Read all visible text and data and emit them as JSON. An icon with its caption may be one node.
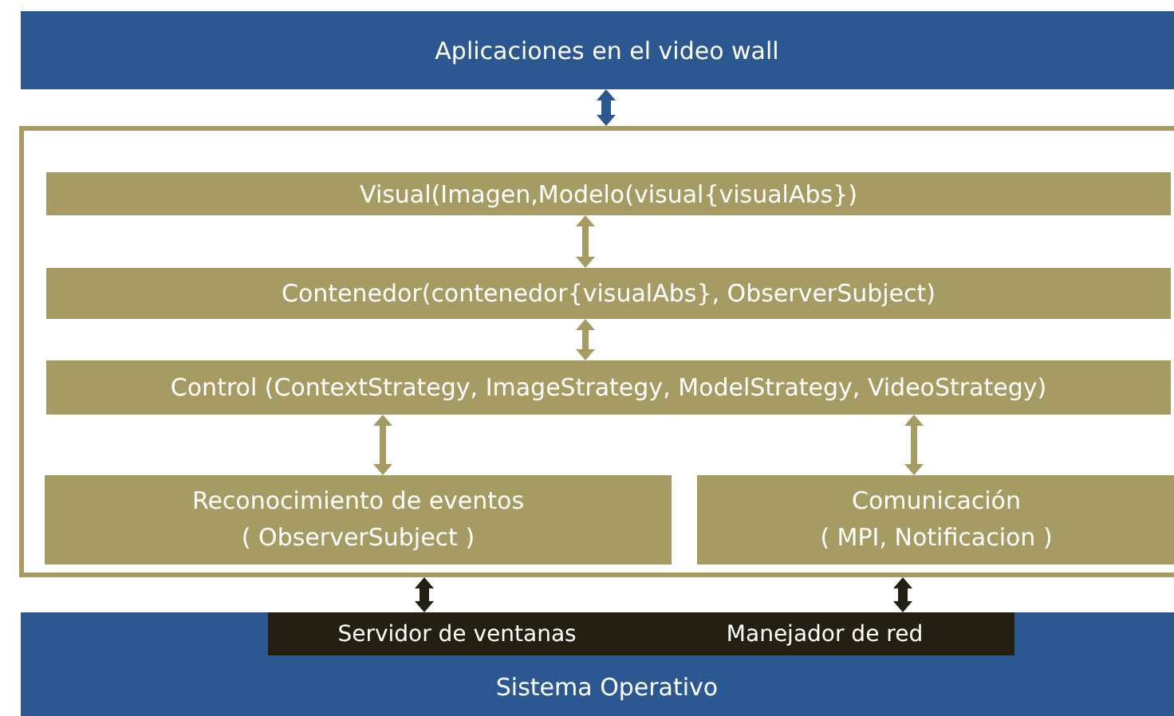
{
  "diagram": {
    "nodes": [
      {
        "text": [
          "Aplicaciones en el video wall"
        ]
      },
      {
        "text": [],
        "shape": "box"
      },
      {
        "text": [
          "Visual(Imagen,Modelo(visual{visualAbs})"
        ],
        "in": 1
      },
      {
        "text": [
          "Contenedor(contenedor{visualAbs}, ObserverSubject)"
        ],
        "in": 1
      },
      {
        "text": [
          "Control (ContextStrategy, ImageStrategy, ModelStrategy, VideoStrategy)"
        ],
        "in": 1
      },
      {
        "text": [
          "Reconocimiento de eventos",
          "( ObserverSubject )"
        ],
        "in": 1
      },
      {
        "text": [
          "Comunicación",
          "( MPI, Notificacion )"
        ],
        "in": 1
      },
      {
        "text": [
          "Sistema Operativo"
        ]
      },
      {
        "text": [
          "Servidor de ventanas"
        ],
        "in": 7
      },
      {
        "text": [
          "Manejador de red"
        ],
        "in": 7
      }
    ],
    "edges": [
      {
        "from": 0,
        "to": 1,
        "arrow": "both",
        "color": "#2b5891"
      },
      {
        "from": 2,
        "to": 3,
        "arrow": "both"
      },
      {
        "from": 3,
        "to": 4,
        "arrow": "both"
      },
      {
        "from": 4,
        "to": 5,
        "arrow": "both"
      },
      {
        "from": 4,
        "to": 6,
        "arrow": "both"
      },
      {
        "from": 1,
        "to": 8,
        "arrow": "both",
        "color": "#231f12"
      },
      {
        "from": 1,
        "to": 9,
        "arrow": "both",
        "color": "#231f12"
      }
    ]
  }
}
